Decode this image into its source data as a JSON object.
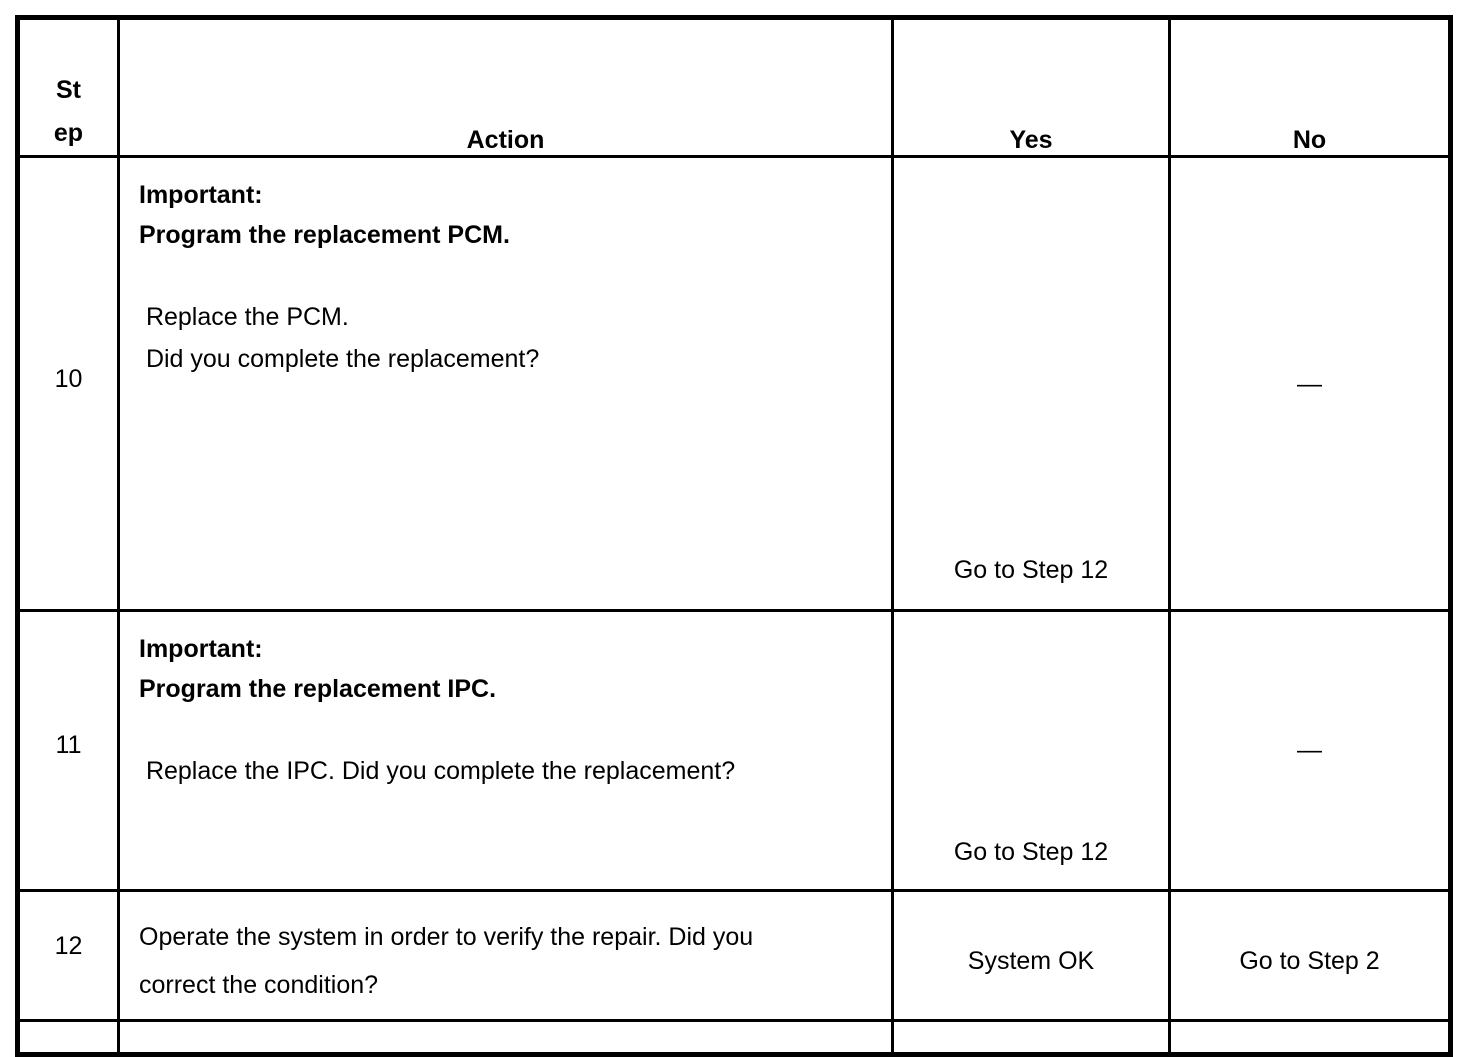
{
  "table": {
    "headers": {
      "step": "Step",
      "step_wrapped": [
        "St",
        "ep"
      ],
      "action": "Action",
      "yes": "Yes",
      "no": "No"
    },
    "rows": [
      {
        "step": "10",
        "action_lines": [
          {
            "text": "Important:",
            "style": "bold"
          },
          {
            "text": "Program the replacement PCM.",
            "style": "bold"
          },
          {
            "text": "",
            "style": "spacer"
          },
          {
            "text": " Replace the PCM.",
            "style": "plain"
          },
          {
            "text": " Did you complete the replacement?",
            "style": "plain"
          }
        ],
        "yes": "Go to Step 12",
        "no": "—"
      },
      {
        "step": "11",
        "action_lines": [
          {
            "text": "Important:",
            "style": "bold"
          },
          {
            "text": "Program the replacement IPC.",
            "style": "bold"
          },
          {
            "text": "",
            "style": "spacer"
          },
          {
            "text": " Replace the IPC. Did you complete the replacement?",
            "style": "plain"
          }
        ],
        "yes": "Go to Step 12",
        "no": "—"
      },
      {
        "step": "12",
        "action_lines": [
          {
            "text": "Operate the system in order to verify the repair. Did you",
            "style": "plain"
          },
          {
            "text": "correct the condition?",
            "style": "plain"
          }
        ],
        "yes": "System OK",
        "no": "Go to Step 2"
      }
    ],
    "colors": {
      "border": "#000000",
      "text": "#000000",
      "background": "#ffffff"
    }
  }
}
